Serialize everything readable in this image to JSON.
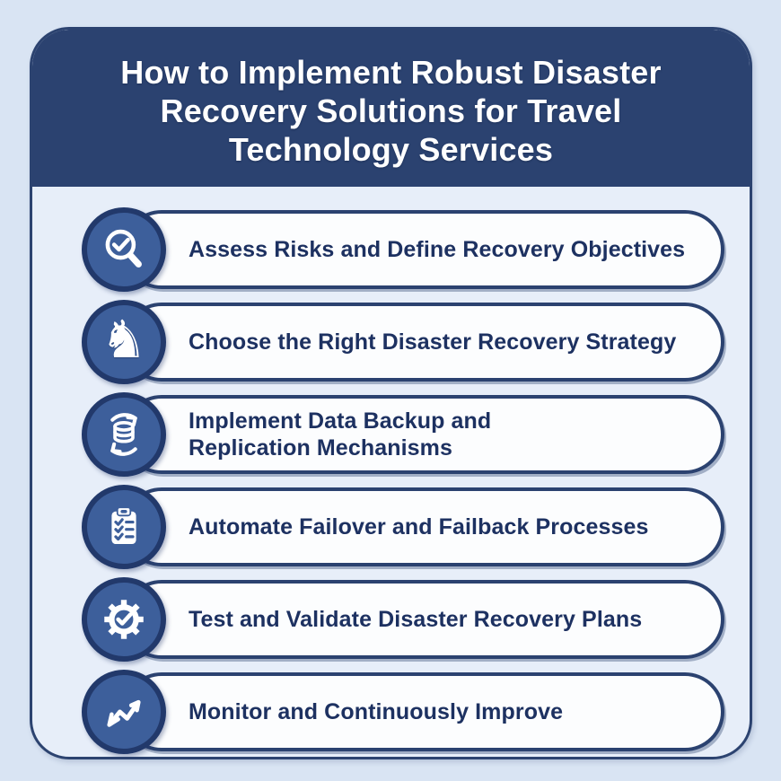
{
  "header": {
    "title_lines": [
      "How to Implement Robust Disaster",
      "Recovery Solutions for Travel",
      "Technology Services"
    ]
  },
  "steps": [
    {
      "icon": "magnifier-check-icon",
      "lines": [
        "Assess Risks and Define Recovery Objectives"
      ]
    },
    {
      "icon": "chess-knight-icon",
      "lines": [
        "Choose the Right Disaster Recovery Strategy"
      ]
    },
    {
      "icon": "database-sync-icon",
      "lines": [
        "Implement Data Backup and",
        "Replication Mechanisms"
      ]
    },
    {
      "icon": "clipboard-checklist-icon",
      "lines": [
        "Automate Failover and Failback Processes"
      ]
    },
    {
      "icon": "gear-check-icon",
      "lines": [
        "Test and Validate Disaster Recovery Plans"
      ]
    },
    {
      "icon": "trend-arrow-icon",
      "lines": [
        "Monitor and Continuously Improve"
      ]
    }
  ],
  "icons": {
    "knight_glyph": "♞"
  },
  "colors": {
    "page_background": "#d9e4f3",
    "card_background": "#e7eef9",
    "navy_dark": "#22396b",
    "navy_header": "#2b4270",
    "badge_blue": "#3d5f9b",
    "pill_background": "#fcfdfe",
    "text_navy": "#1d3161",
    "icon_white": "#ffffff"
  }
}
